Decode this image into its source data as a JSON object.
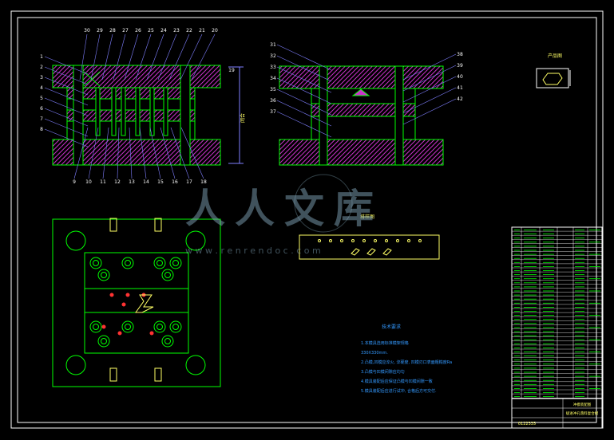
{
  "colors": {
    "background": "#000000",
    "border": "#ffffff",
    "part_outline": "#00ff00",
    "hatch": "#cc33cc",
    "leader": "#7f7fff",
    "number_text": "#ffffff",
    "annotation": "#ffff66",
    "note_text": "#3399ff",
    "hole_red": "#ff3333",
    "watermark": "#8fb6cc"
  },
  "front_view": {
    "top_numbers": [
      "30",
      "29",
      "28",
      "27",
      "26",
      "25",
      "24",
      "23",
      "22",
      "21",
      "20"
    ],
    "left_numbers": [
      "1",
      "2",
      "3",
      "4",
      "5",
      "6",
      "7",
      "8"
    ],
    "bottom_numbers": [
      "9",
      "10",
      "11",
      "12",
      "13",
      "14",
      "15",
      "16",
      "17",
      "18"
    ],
    "right_number": "19",
    "dimension_label": "闭合"
  },
  "side_view": {
    "left_numbers": [
      "31",
      "32",
      "33",
      "34",
      "35",
      "36",
      "37"
    ],
    "right_numbers": [
      "38",
      "39",
      "40",
      "41",
      "42"
    ]
  },
  "product": {
    "title": "产品图"
  },
  "strip_layout": {
    "title": "排样图"
  },
  "notes": {
    "title": "技术要求",
    "lines": [
      "1.本模具选用标准模架规格",
      "330X330mm.",
      "2.凸模,凹模应淬火, 淬硬度, 凹模刃口表面粗糙度Ra",
      "3.凸模与凹模间隙应均匀",
      "4.模具装配后应保证凸模与凹模间隙一致",
      "5.模具装配后应进行试冲, 合格后方可交付."
    ]
  },
  "title_block": {
    "lines": [
      "冲模装配图",
      "级进冲孔落料复合模"
    ],
    "drawing_no": "0122335"
  },
  "watermark": {
    "text": "人人文库",
    "url": "w w w . r e n r e n d o c . c o m"
  }
}
